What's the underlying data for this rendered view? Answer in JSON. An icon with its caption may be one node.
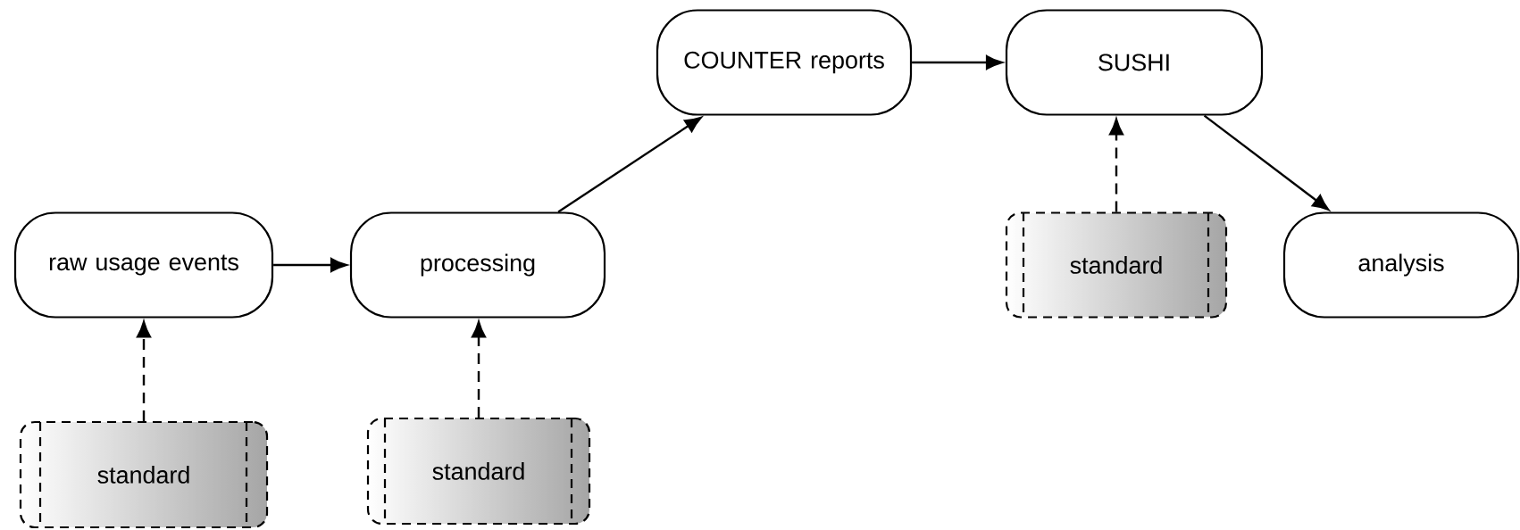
{
  "diagram": {
    "nodes": [
      {
        "text": [
          "raw usage events"
        ]
      },
      {
        "text": [
          "processing"
        ]
      },
      {
        "text": [
          "COUNTER reports"
        ]
      },
      {
        "text": [
          "SUSHI"
        ]
      },
      {
        "text": [
          "analysis"
        ]
      },
      {
        "text": [
          "standard"
        ]
      },
      {
        "text": [
          "standard"
        ]
      },
      {
        "text": [
          "standard"
        ]
      }
    ],
    "edges": [
      {
        "from": 0,
        "to": 1,
        "arrow": "to"
      },
      {
        "from": 1,
        "to": 2,
        "arrow": "to"
      },
      {
        "from": 2,
        "to": 3,
        "arrow": "to"
      },
      {
        "from": 3,
        "to": 4,
        "arrow": "to"
      },
      {
        "from": 5,
        "to": 0,
        "arrow": "to",
        "style": "dashed"
      },
      {
        "from": 6,
        "to": 1,
        "arrow": "to",
        "style": "dashed"
      },
      {
        "from": 7,
        "to": 3,
        "arrow": "to",
        "style": "dashed"
      }
    ]
  }
}
